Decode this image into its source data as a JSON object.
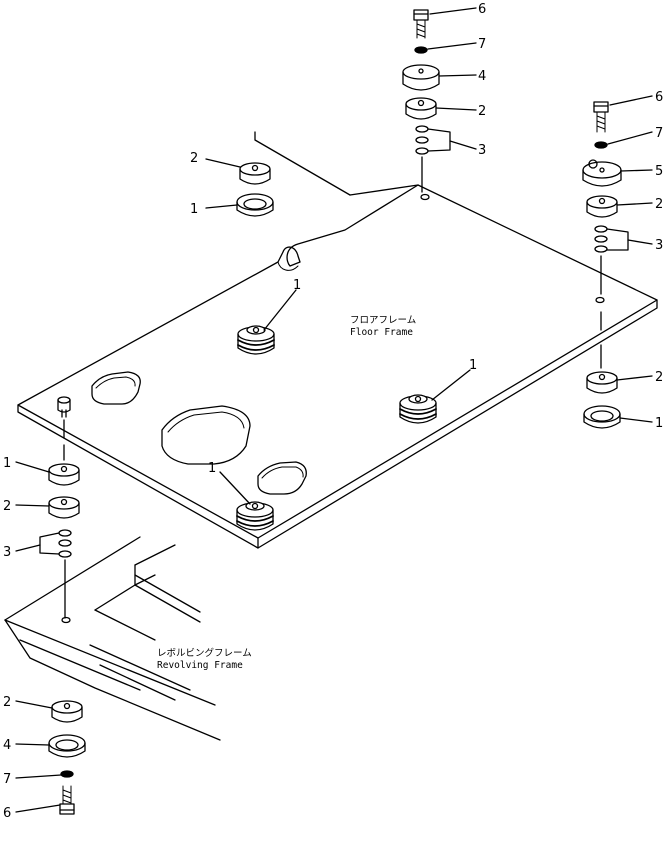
{
  "labels": {
    "floor_frame_jp": "フロアフレーム",
    "floor_frame_en": "Floor  Frame",
    "revolving_frame_jp": "レボルビングフレーム",
    "revolving_frame_en": "Revolving  Frame"
  },
  "callouts": {
    "c_top_6": "6",
    "c_top_7": "7",
    "c_top_4": "4",
    "c_top_2": "2",
    "c_top_3": "3",
    "c_left_2": "2",
    "c_left_1": "1",
    "c_right_6": "6",
    "c_right_7": "7",
    "c_right_5": "5",
    "c_right_2": "2",
    "c_right_3": "3",
    "c_right_low_2": "2",
    "c_right_low_1": "1",
    "c_center_1": "1",
    "c_mid_1": "1",
    "c_front_1": "1",
    "c_bl_1": "1",
    "c_bl_2": "2",
    "c_bl_3": "3",
    "c_bot_2": "2",
    "c_bot_4": "4",
    "c_bot_7": "7",
    "c_bot_6": "6"
  }
}
